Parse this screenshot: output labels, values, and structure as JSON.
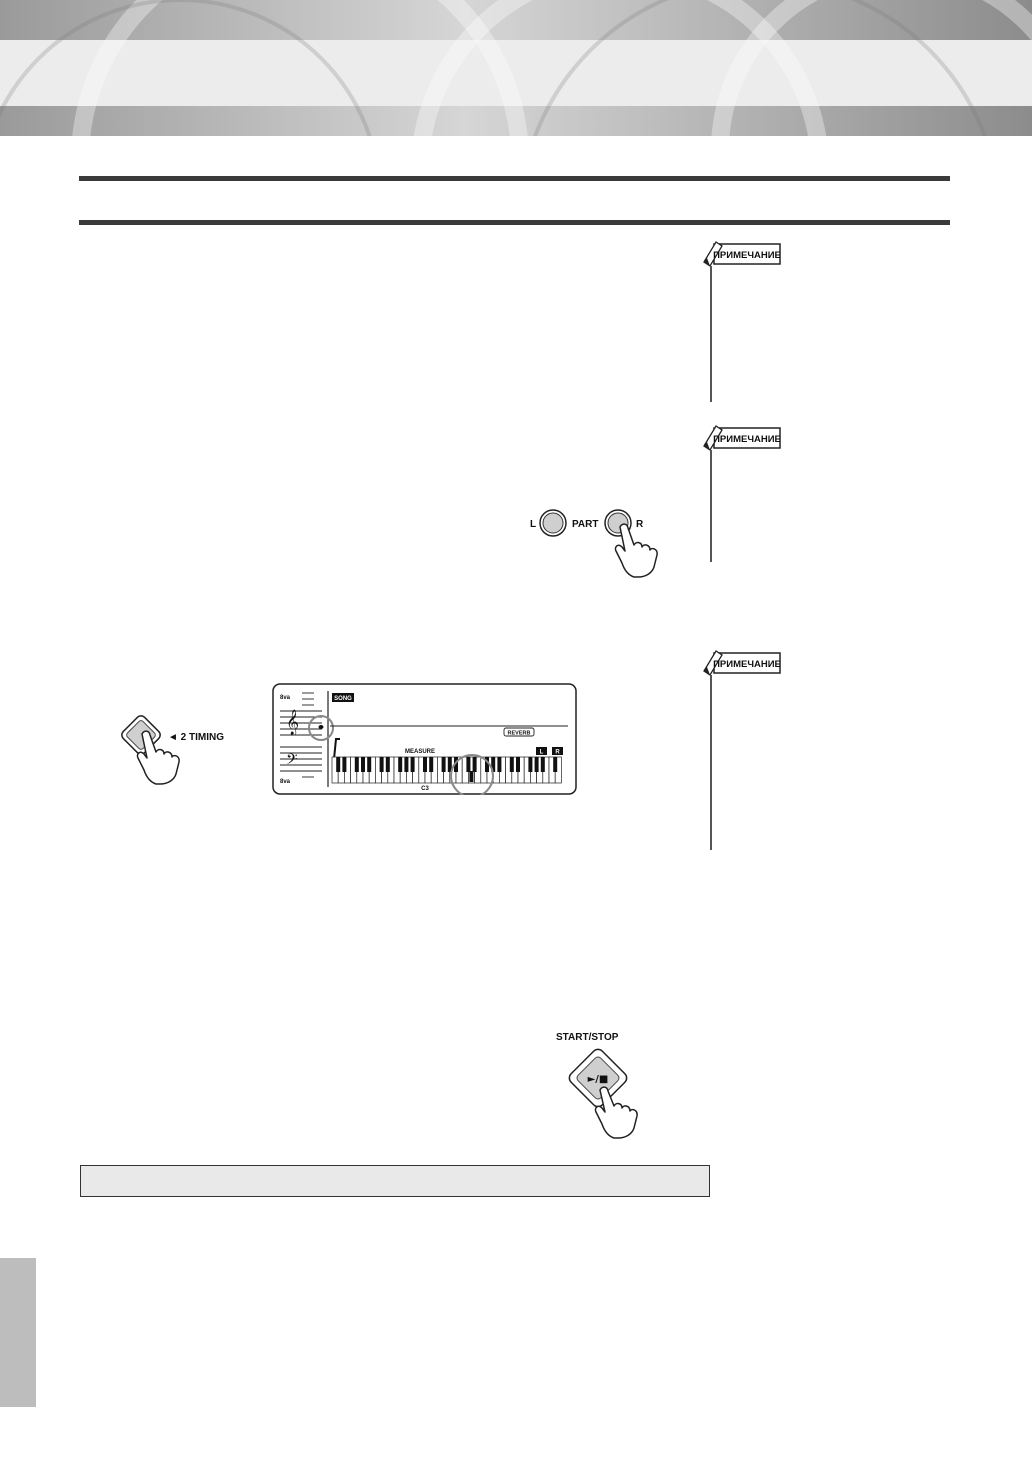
{
  "notes": [
    {
      "label": "ПРИМЕЧАНИЕ"
    },
    {
      "label": "ПРИМЕЧАНИЕ"
    },
    {
      "label": "ПРИМЕЧАНИЕ"
    }
  ],
  "part_panel": {
    "left_label": "L",
    "center_label": "PART",
    "right_label": "R"
  },
  "timing_button": {
    "label": "◄ 2 TIMING"
  },
  "lcd": {
    "octave_top": "8va",
    "octave_bottom": "8va",
    "song_badge": "SONG",
    "reverb_badge": "REVERB",
    "measure_label": "MEASURE",
    "left_badge": "L",
    "right_badge": "R",
    "key_label": "C3"
  },
  "start_stop": {
    "label": "START/STOP",
    "symbol": "►/■"
  },
  "colors": {
    "rule": "#3a3a3a",
    "box_bg": "#e9e9e9",
    "side_tab": "#bdbdbd"
  }
}
